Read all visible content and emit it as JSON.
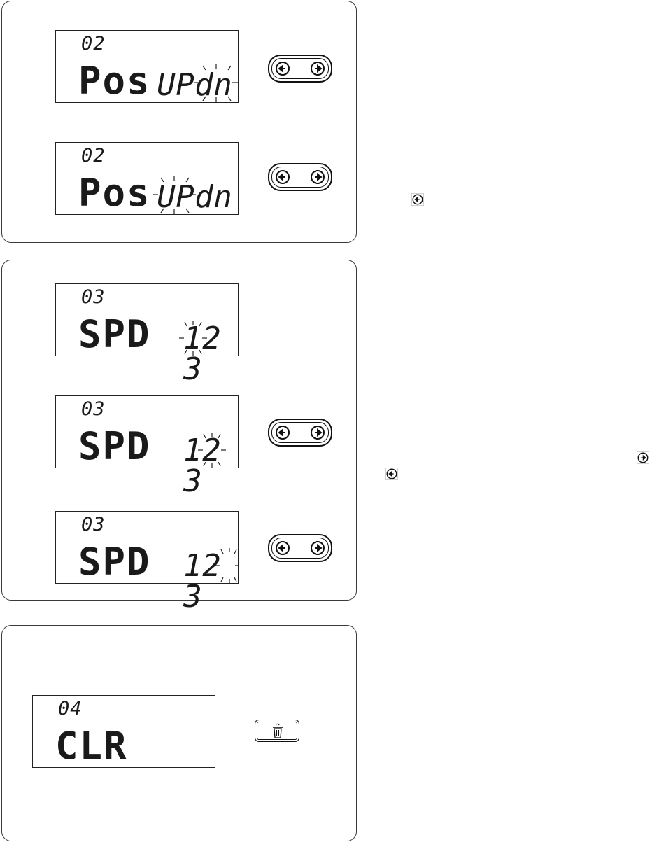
{
  "panels": [
    {
      "screens": [
        {
          "code": "02",
          "word": "Pos",
          "value": [
            "U",
            "P",
            "d",
            "n"
          ],
          "blinking": "dn"
        },
        {
          "code": "02",
          "word": "Pos",
          "value": [
            "U",
            "P",
            "d",
            "n"
          ],
          "blinking": "UP"
        }
      ]
    },
    {
      "screens": [
        {
          "code": "03",
          "word": "SPD",
          "value": [
            "1",
            "2",
            "3"
          ],
          "blinking": "1"
        },
        {
          "code": "03",
          "word": "SPD",
          "value": [
            "1",
            "2",
            "3"
          ],
          "blinking": "2"
        },
        {
          "code": "03",
          "word": "SPD",
          "value": [
            "1",
            "2",
            "3"
          ],
          "blinking": "3"
        }
      ]
    },
    {
      "screens": [
        {
          "code": "04",
          "word": "CLR",
          "value": []
        }
      ]
    }
  ],
  "icons": {
    "arrow_button": "left-right-arrow-button-icon",
    "clear_button": "trash-bin-icon",
    "inline_left": "circled-left-arrow-icon",
    "inline_right": "circled-right-arrow-icon"
  }
}
